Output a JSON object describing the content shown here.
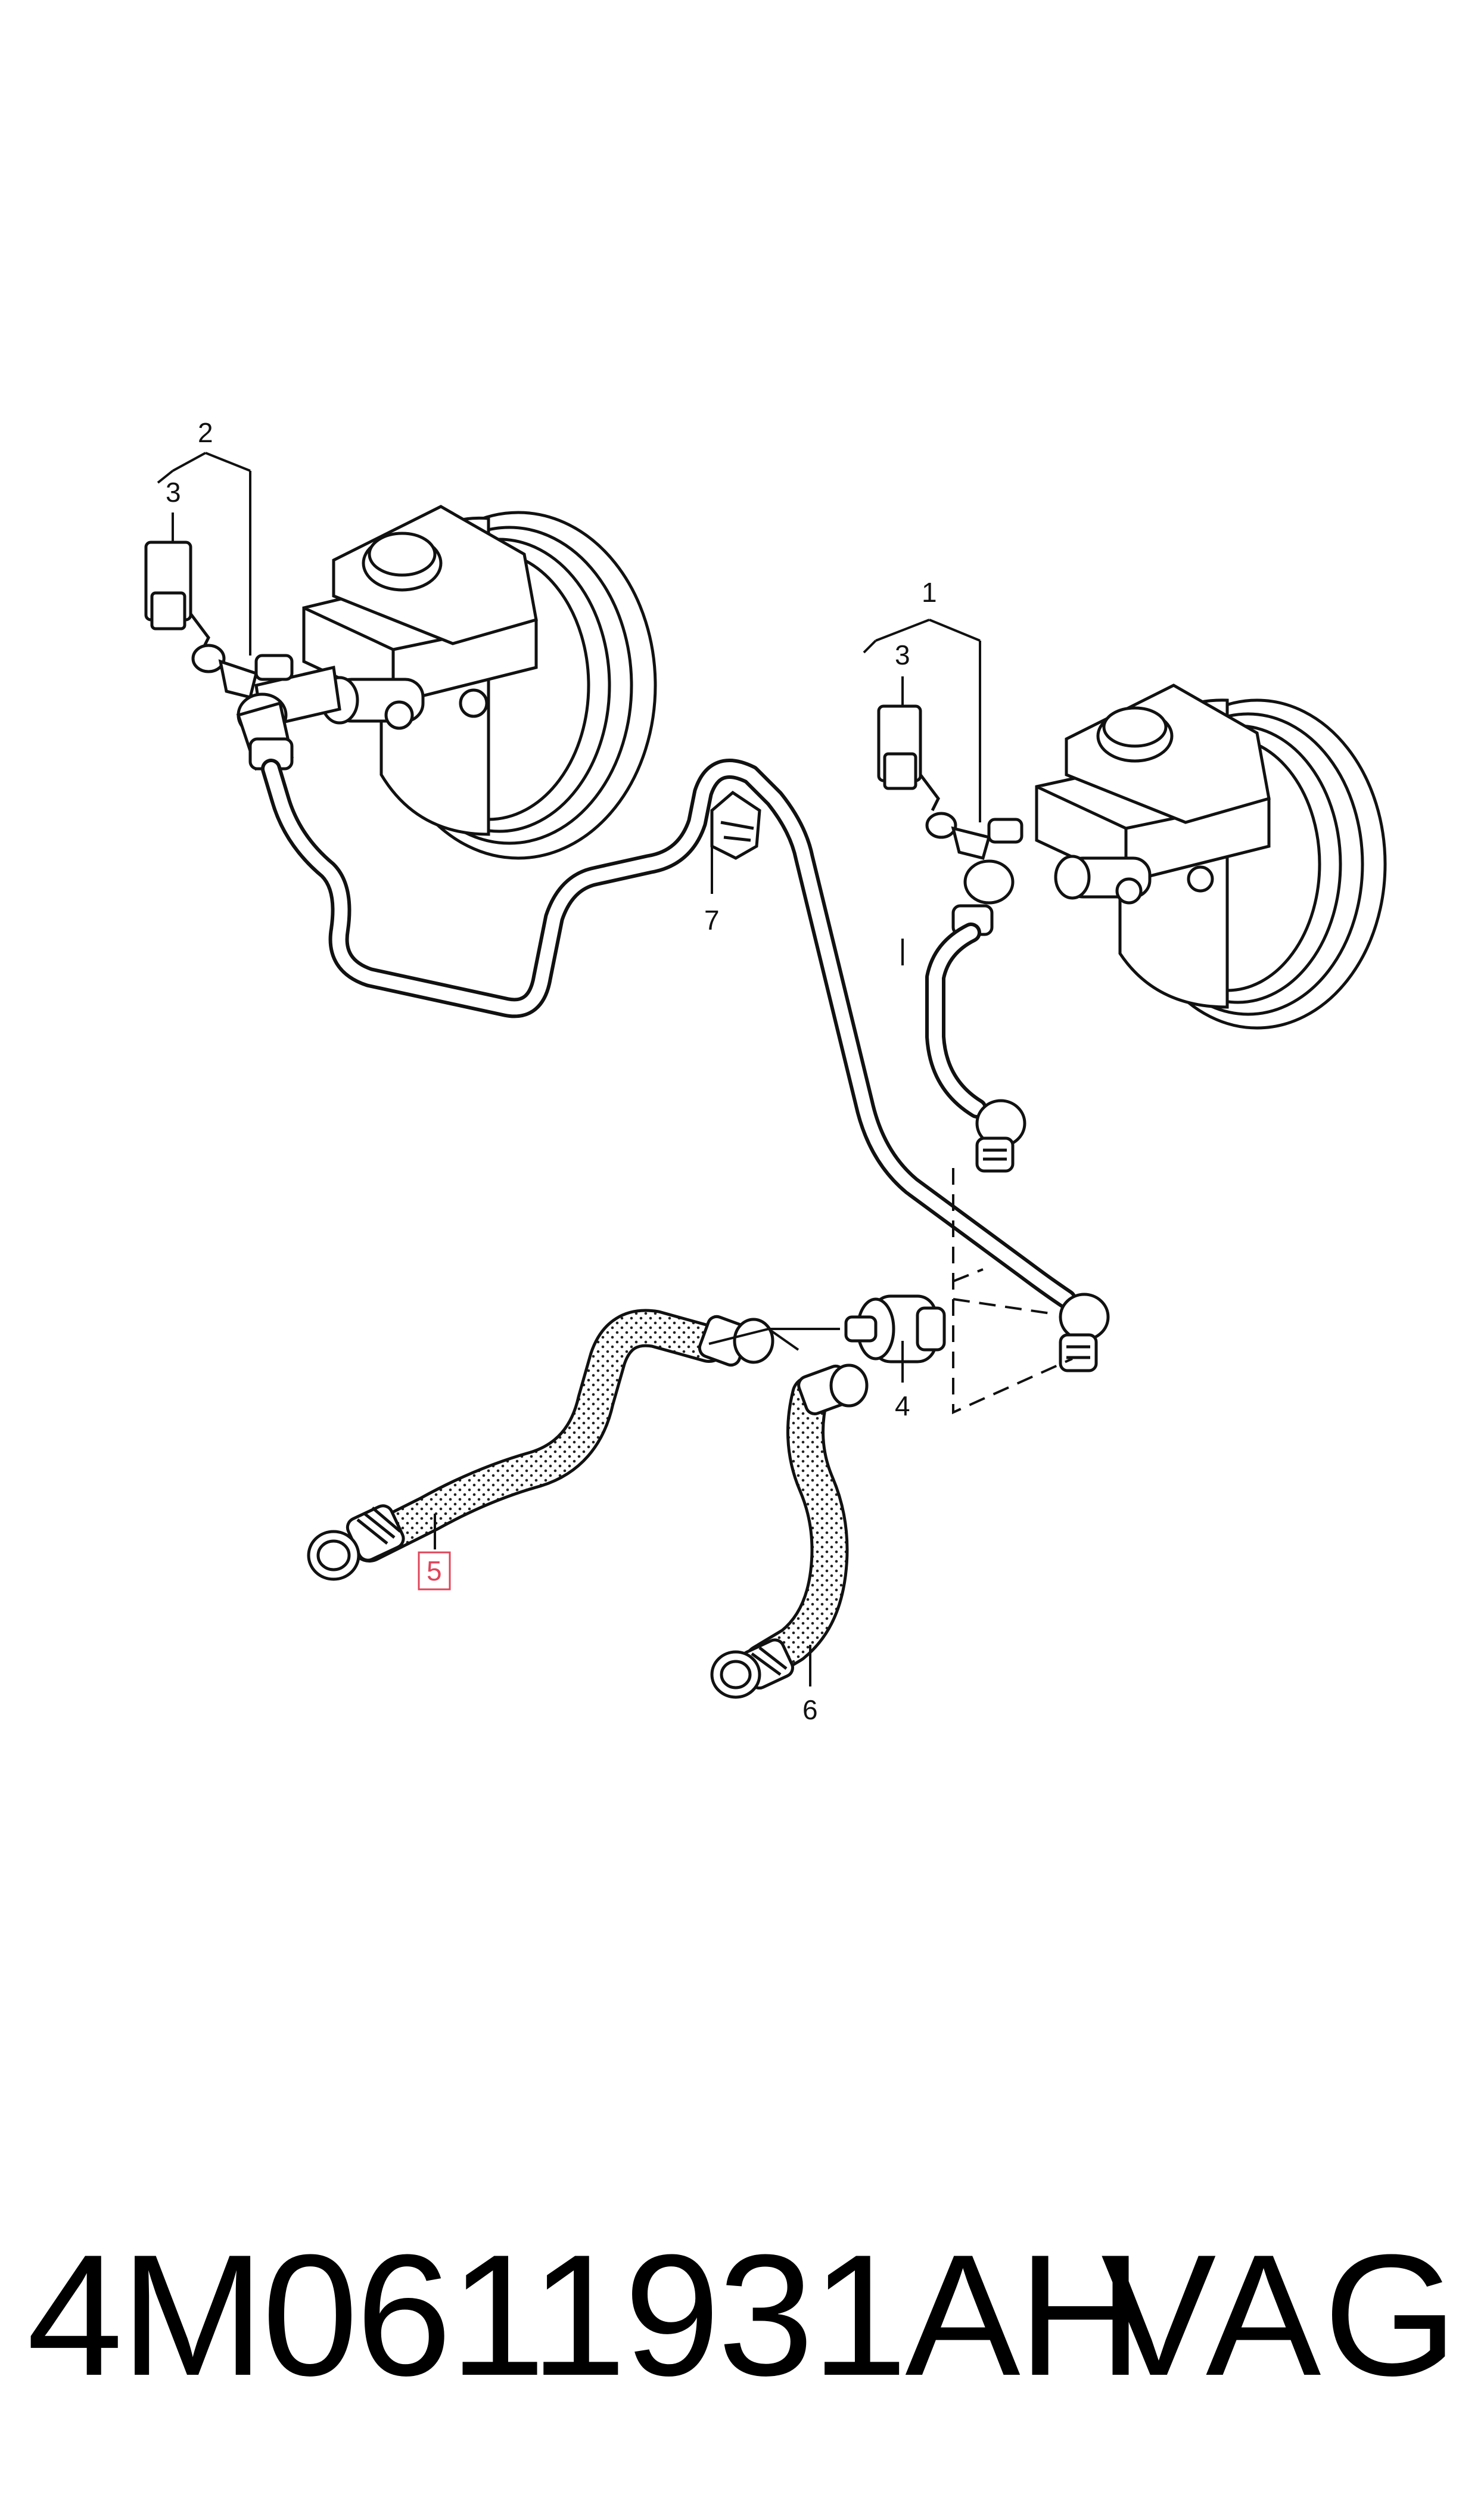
{
  "callouts": {
    "c1": "1",
    "c2": "2",
    "c3a": "3",
    "c3b": "3",
    "c4": "4",
    "c5": "5",
    "c6": "6",
    "c7": "7"
  },
  "highlighted_callout": "5",
  "highlight_color": "#e0455a",
  "line_color": "#111111",
  "footer": {
    "part_number": "4M0611931AH",
    "brand": "VAG"
  }
}
